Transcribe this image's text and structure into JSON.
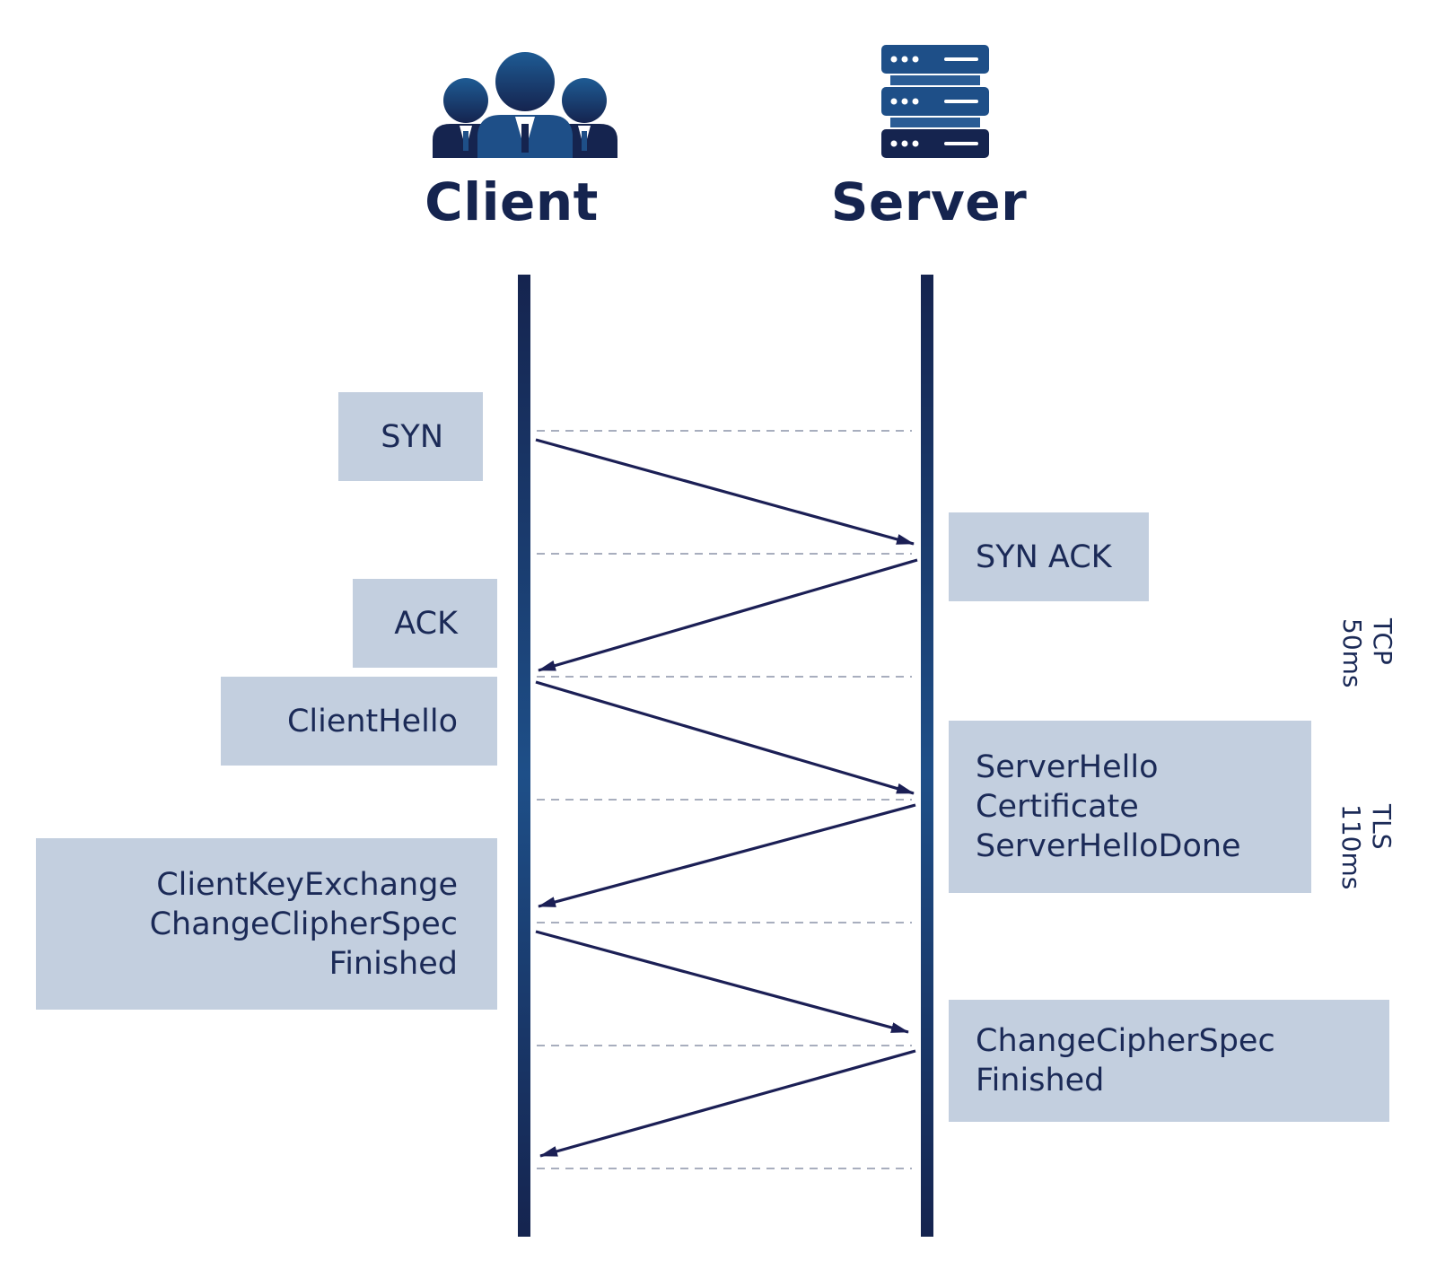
{
  "participants": {
    "client": {
      "label": "Client",
      "icon": "group-of-people-icon"
    },
    "server": {
      "label": "Server",
      "icon": "server-rack-icon"
    }
  },
  "messages": {
    "syn": {
      "lines": [
        "SYN"
      ]
    },
    "syn_ack": {
      "lines": [
        "SYN ACK"
      ]
    },
    "ack": {
      "lines": [
        "ACK"
      ]
    },
    "client_hello": {
      "lines": [
        "ClientHello"
      ]
    },
    "server_hello": {
      "lines": [
        "ServerHello",
        "Certificate",
        "ServerHelloDone"
      ]
    },
    "client_key_exchange": {
      "lines": [
        "ClientKeyExchange",
        "ChangeClipherSpec",
        "Finished"
      ]
    },
    "change_cipher_spec": {
      "lines": [
        "ChangeCipherSpec",
        "Finished"
      ]
    }
  },
  "timings": {
    "tcp": {
      "protocol": "TCP",
      "duration": "50ms"
    },
    "tls": {
      "protocol": "TLS",
      "duration": "110ms"
    }
  },
  "colors": {
    "primary": "#15244f",
    "accent": "#1e4f88",
    "box": "#c3cfdf",
    "dash": "#8c94a8"
  }
}
